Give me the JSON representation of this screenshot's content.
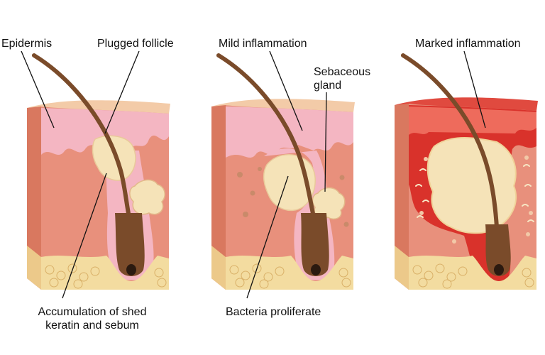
{
  "labels": {
    "epidermis": "Epidermis",
    "plugged_follicle": "Plugged follicle",
    "mild_inflammation": "Mild inflammation",
    "sebaceous_gland_1": "Sebaceous",
    "sebaceous_gland_2": "gland",
    "marked_inflammation": "Marked inflammation",
    "accumulation_1": "Accumulation of shed",
    "accumulation_2": "keratin and sebum",
    "bacteria": "Bacteria proliferate"
  },
  "colors": {
    "skin_front": "#e8907c",
    "skin_side": "#d9785f",
    "skin_top": "#f3cba8",
    "epidermis_pink": "#f4b6c2",
    "plug_cream": "#f5e3b8",
    "hair_brown": "#7a4b2a",
    "fat_yellow": "#f3dca0",
    "inflammation_red": "#d9322b",
    "bacteria_dot": "#c98a6a"
  }
}
